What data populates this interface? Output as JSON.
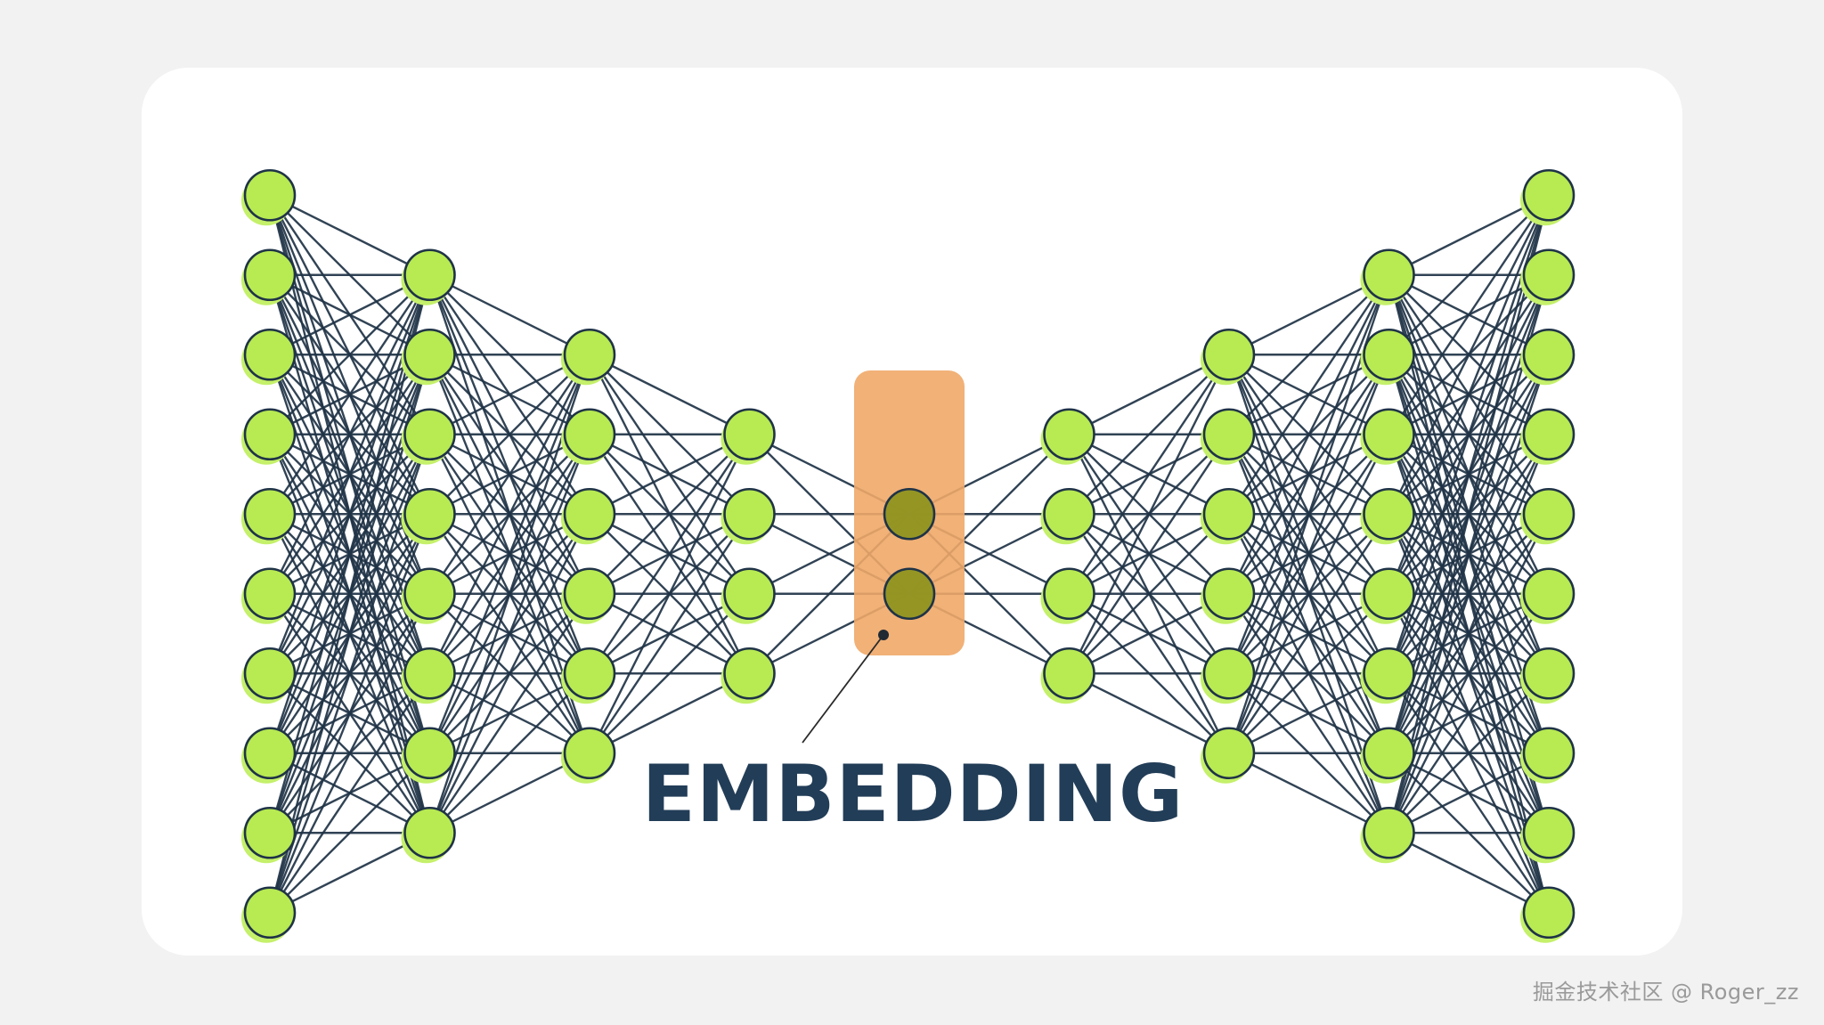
{
  "diagram": {
    "label": "EMBEDDING",
    "layers": [
      10,
      8,
      6,
      4,
      2,
      4,
      6,
      8,
      10
    ],
    "embedding_layer_index": 4
  },
  "colors": {
    "background": "#f2f2f2",
    "card": "#ffffff",
    "node_fill": "#b8ea52",
    "node_shadow": "#c4f06a",
    "node_stroke": "#1f3347",
    "edge": "#1f3347",
    "embedding_box": "#f0a868",
    "embedding_node": "#8f9420",
    "label": "#223d57"
  },
  "watermark": "掘金技术社区 @ Roger_zz"
}
